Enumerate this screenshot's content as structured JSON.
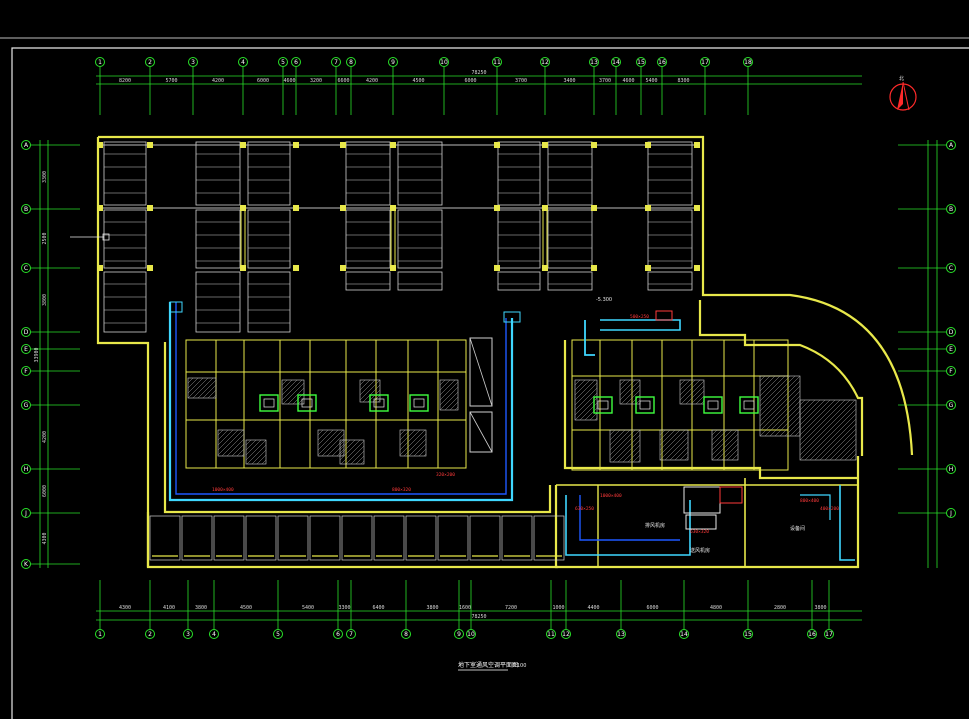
{
  "drawing": {
    "title": "地下室通风空调平面图",
    "scale": "1:100",
    "north_label": "北"
  },
  "grid_top": {
    "bubbles": [
      "1",
      "2",
      "3",
      "4",
      "5",
      "6",
      "7",
      "8",
      "9",
      "10",
      "11",
      "12",
      "13",
      "14",
      "15",
      "16",
      "17",
      "18"
    ],
    "dims": [
      "8200",
      "5700",
      "4200",
      "6000",
      "4600",
      "3200",
      "6600",
      "4200",
      "4500",
      "6000",
      "3700",
      "3400",
      "3700",
      "4600",
      "5400",
      "8300"
    ],
    "total": "78250"
  },
  "grid_bottom": {
    "bubbles": [
      "1",
      "2",
      "3",
      "4",
      "5",
      "6",
      "7",
      "8",
      "9",
      "10",
      "11",
      "12",
      "13",
      "14",
      "15",
      "16",
      "17"
    ],
    "dims": [
      "4300",
      "4100",
      "3800",
      "4500",
      "5400",
      "3300",
      "6400",
      "3800",
      "1600",
      "7200",
      "1000",
      "4400",
      "6000",
      "4800",
      "2800",
      "3800"
    ],
    "total": "78250"
  },
  "grid_left": {
    "bubbles": [
      "A",
      "B",
      "C",
      "D",
      "E",
      "F",
      "G",
      "H",
      "J",
      "K"
    ],
    "dims": [
      "3300",
      "2500",
      "3800",
      "4200",
      "6000",
      "4300"
    ],
    "total": "33900"
  },
  "grid_right": {
    "bubbles": [
      "A",
      "B",
      "C",
      "D",
      "E",
      "F",
      "G",
      "H",
      "J"
    ]
  },
  "annotations": {
    "duct_labels": [
      "1000×400",
      "800×320",
      "1000×400",
      "630×320",
      "800×400",
      "500×250",
      "630×250",
      "400×200",
      "320×200"
    ],
    "room_labels": [
      "排风机房",
      "送风机房",
      "设备间"
    ],
    "level_mark": "-5.300"
  }
}
